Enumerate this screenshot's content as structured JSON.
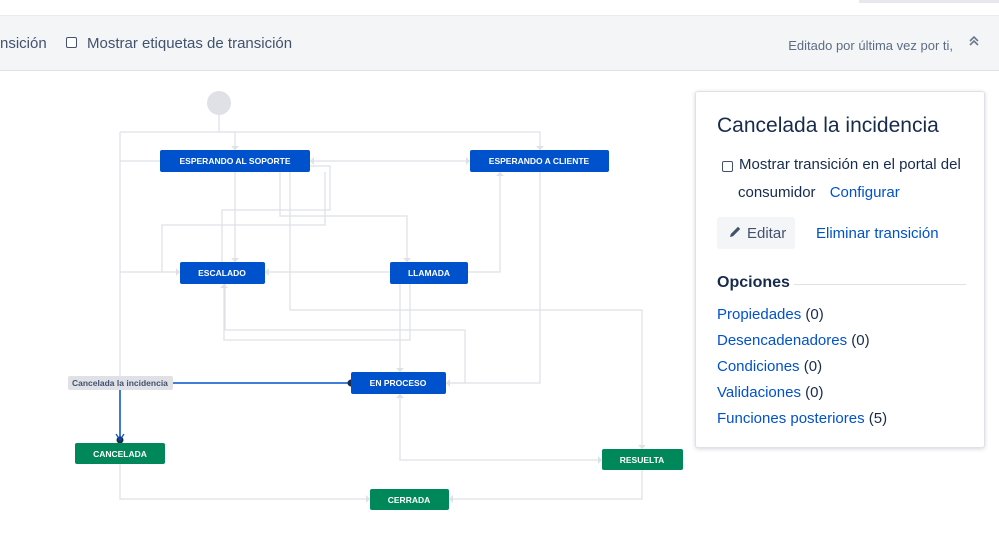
{
  "toolbar": {
    "partial_tab_label": "nsición",
    "show_labels_checkbox_label": "Mostrar etiquetas de transición",
    "last_edited_text": "Editado por última vez por ti,"
  },
  "diagram": {
    "nodes": {
      "esperando_soporte": "ESPERANDO AL SOPORTE",
      "esperando_cliente": "ESPERANDO A CLIENTE",
      "escalado": "ESCALADO",
      "llamada": "LLAMADA",
      "en_proceso": "EN PROCESO",
      "cancelada": "CANCELADA",
      "resuelta": "RESUELTA",
      "cerrada": "CERRADA"
    },
    "selected_transition_label": "Cancelada la incidencia",
    "colors": {
      "status_blue": "#0052cc",
      "status_green": "#00875a",
      "line_gray": "#dfe1e6",
      "selected_line": "#0052cc"
    }
  },
  "panel": {
    "title": "Cancelada la incidencia",
    "portal_checkbox_line1": "Mostrar transición en el portal del",
    "portal_checkbox_line2": "consumidor",
    "configure_link": "Configurar",
    "edit_button": "Editar",
    "delete_link": "Eliminar transición",
    "options_heading": "Opciones",
    "options": [
      {
        "label": "Propiedades",
        "count": "(0)"
      },
      {
        "label": "Desencadenadores",
        "count": "(0)"
      },
      {
        "label": "Condiciones",
        "count": "(0)"
      },
      {
        "label": "Validaciones",
        "count": "(0)"
      },
      {
        "label": "Funciones posteriores",
        "count": "(5)"
      }
    ]
  }
}
